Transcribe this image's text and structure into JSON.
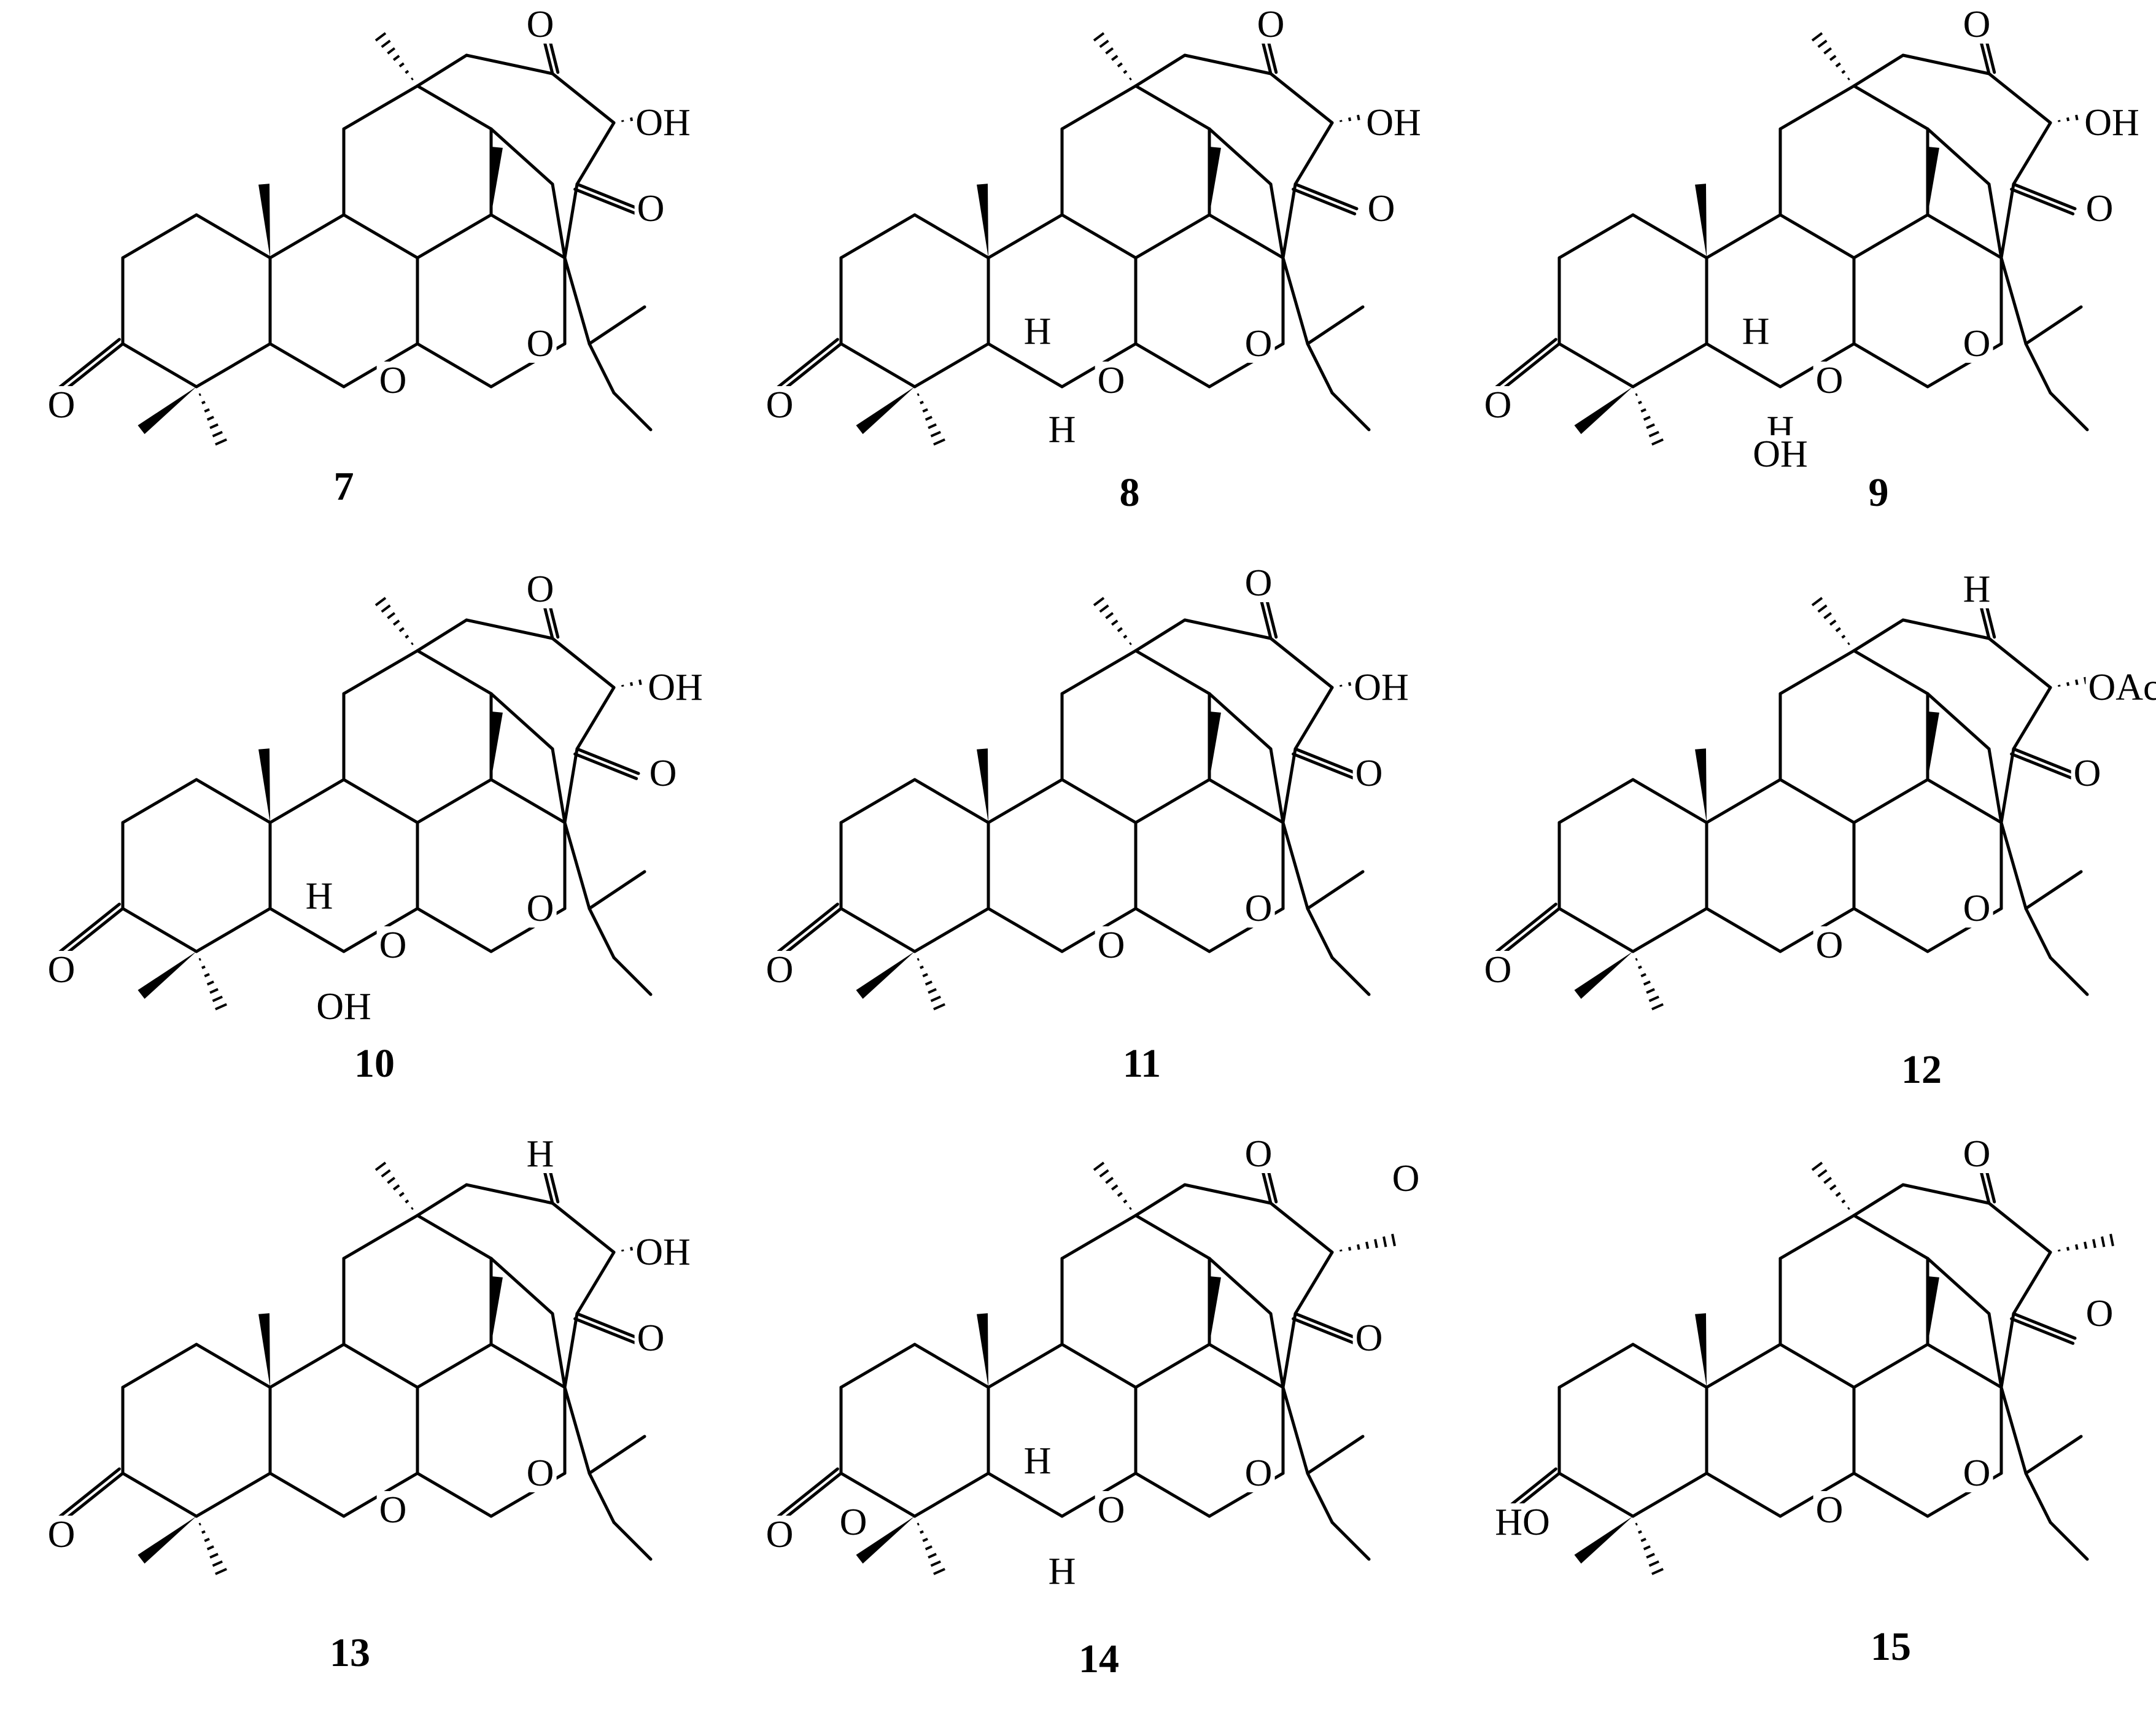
{
  "compounds": [
    {
      "id": "7",
      "labels": [
        "O",
        "OH",
        "O",
        "O",
        "O",
        "O"
      ]
    },
    {
      "id": "8",
      "labels": [
        "O",
        "OH",
        "O",
        "O",
        "O",
        "O",
        "H",
        "H"
      ]
    },
    {
      "id": "9",
      "labels": [
        "O",
        "OH",
        "O",
        "O",
        "O",
        "O",
        "H",
        "H",
        "OH"
      ]
    },
    {
      "id": "10",
      "labels": [
        "O",
        "OH",
        "O",
        "O",
        "O",
        "O",
        "H",
        "OH"
      ]
    },
    {
      "id": "11",
      "labels": [
        "O",
        "OH",
        "O",
        "O",
        "O",
        "O"
      ]
    },
    {
      "id": "12",
      "labels": [
        "H",
        "OAc",
        "O",
        "O",
        "O",
        "O"
      ]
    },
    {
      "id": "13",
      "labels": [
        "H",
        "OH",
        "O",
        "O",
        "O",
        "O"
      ]
    },
    {
      "id": "14",
      "labels": [
        "O",
        "O",
        "O",
        "O",
        "O",
        "O",
        "O",
        "H",
        "H"
      ]
    },
    {
      "id": "15",
      "labels": [
        "O",
        "O",
        "O",
        "O",
        "HO"
      ]
    }
  ]
}
